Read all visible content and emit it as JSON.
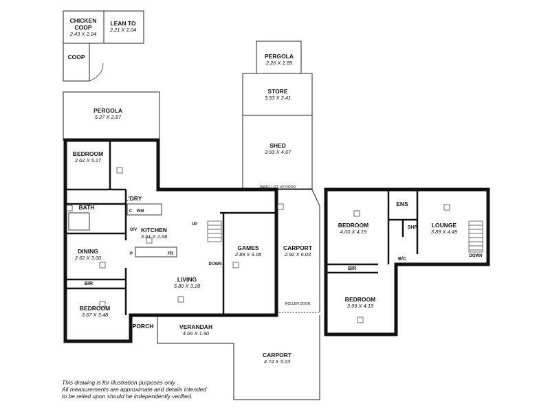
{
  "rooms": {
    "chicken_coop": {
      "name_line1": "CHICKEN",
      "name_line2": "COOP",
      "dims": "2.43 X 2.04"
    },
    "lean_to": {
      "name": "LEAN TO",
      "dims": "2.21 X 2.04"
    },
    "coop": {
      "name": "COOP"
    },
    "pergola_top": {
      "name": "PERGOLA",
      "dims": "2.26 X 1.89"
    },
    "store": {
      "name": "STORE",
      "dims": "3.93 X 2.41"
    },
    "pergola_left": {
      "name": "PERGOLA",
      "dims": "5.27 X 2.87"
    },
    "shed": {
      "name": "SHED",
      "dims": "3.93 X 4.67"
    },
    "bedroom_nw": {
      "name": "BEDROOM",
      "dims": "2.62 X 5.27"
    },
    "laundry": {
      "name": "L'DRY"
    },
    "bath": {
      "name": "BATH"
    },
    "kitchen": {
      "name": "KITCHEN",
      "dims": "3.61 X 2.68"
    },
    "dining": {
      "name": "DINING",
      "dims": "2.62 X 3.00"
    },
    "games": {
      "name": "GAMES",
      "dims": "2.89 X 6.08"
    },
    "carport_mid": {
      "name": "CARPORT",
      "dims": "2.92 X 6.03"
    },
    "living": {
      "name": "LIVING",
      "dims": "5.80 X 3.28"
    },
    "bedroom_sw": {
      "name": "BEDROOM",
      "dims": "3.67 X 3.48"
    },
    "porch": {
      "name": "PORCH"
    },
    "verandah": {
      "name": "VERANDAH",
      "dims": "4.66 X 1.90"
    },
    "carport_south": {
      "name": "CARPORT",
      "dims": "4.74 X 5.03"
    },
    "bedroom_ne": {
      "name": "BEDROOM",
      "dims": "4.00 X 4.19"
    },
    "ens": {
      "name": "ENS"
    },
    "shr": {
      "name": "SHR"
    },
    "lounge": {
      "name": "LOUNGE",
      "dims": "3.89 X 4.49"
    },
    "bedroom_se": {
      "name": "BEDROOM",
      "dims": "3.99 X 4.19"
    }
  },
  "fixtures": {
    "bir_left": "BIR",
    "bir_right": "BIR",
    "bc": "B/C",
    "c": "C",
    "wm": "WM",
    "ov": "O/V",
    "p": "P",
    "fr": "FR",
    "up": "UP",
    "down_games": "DOWN",
    "down_lounge": "DOWN",
    "panel_door": "PANEL LIFT-UP DOOR",
    "roller_door": "ROLLER DOOR"
  },
  "disclaimer": {
    "line1": "This drawing is for illustration purposes only .",
    "line2": "All measurements are approximate and details intended",
    "line3": "to be relied upon should be independently verified."
  }
}
